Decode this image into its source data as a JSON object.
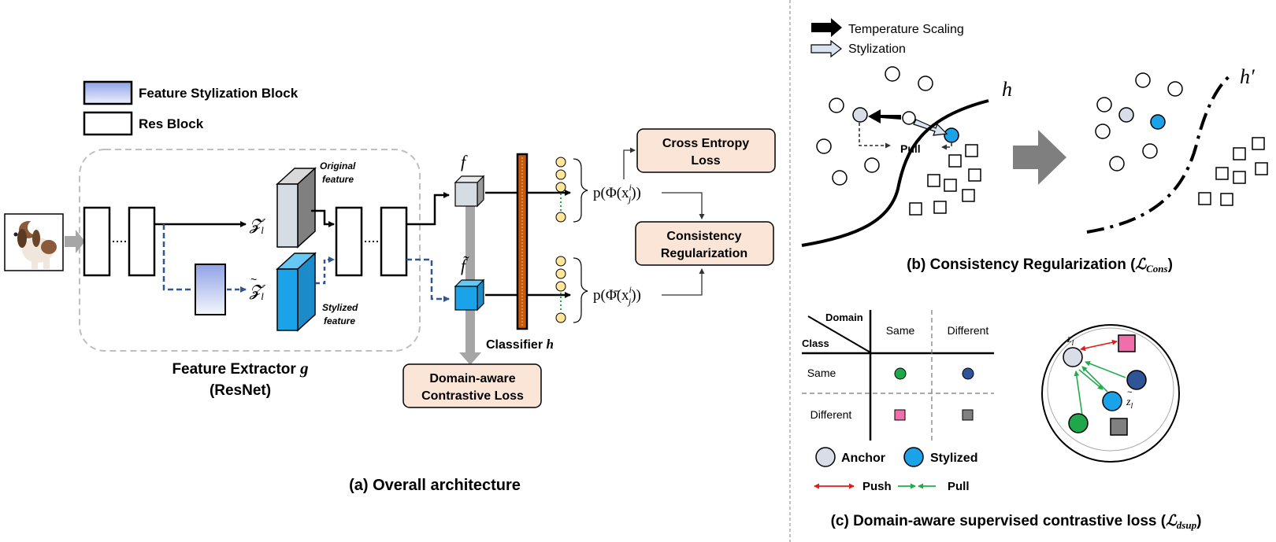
{
  "legend_top": {
    "stylization_block": "Feature Stylization Block",
    "res_block": "Res Block"
  },
  "architecture": {
    "original_feature": [
      "Original",
      "feature"
    ],
    "stylized_feature": [
      "Stylized",
      "feature"
    ],
    "z_label": "𝓩",
    "z_sub": "l",
    "f_label": "f",
    "f_tilde_label": "f̃",
    "classifier": "Classifier",
    "classifier_h": "h",
    "extractor_title": "Feature Extractor",
    "extractor_g": "g",
    "extractor_sub": "(ResNet)",
    "prob_orig": "p(Φ(x",
    "prob_styl": "p(Φ̄(x",
    "prob_sup": "i",
    "prob_sub": "j",
    "prob_close": "))",
    "ce_loss": [
      "Cross Entropy",
      "Loss"
    ],
    "consistency": [
      "Consistency",
      "Regularization"
    ],
    "contrastive": [
      "Domain-aware",
      "Contrastive Loss"
    ],
    "caption": "(a) Overall architecture"
  },
  "panel_b": {
    "legend_temp": "Temperature Scaling",
    "legend_styl": "Stylization",
    "pull": "Pull",
    "h": "h",
    "h_prime": "h′",
    "caption": "(b) Consistency Regularization (",
    "caption_L": "ℒ",
    "caption_sub": "Cons",
    "caption_close": ")"
  },
  "panel_c": {
    "table": {
      "domain": "Domain",
      "class": "Class",
      "col_same": "Same",
      "col_diff": "Different",
      "row_same": "Same",
      "row_diff": "Different"
    },
    "legend_anchor": "Anchor",
    "legend_stylized": "Stylized",
    "legend_push": "Push",
    "legend_pull": "Pull",
    "z_l": "z",
    "z_l_sub": "l",
    "caption": "(c) Domain-aware supervised contrastive loss (",
    "caption_L": "ℒ",
    "caption_sub": "dsup",
    "caption_close": ")"
  },
  "colors": {
    "stylized_blue": "#1aa3e8",
    "anchor_gray": "#d9dde8",
    "loss_box": "#fbe5d6",
    "classifier": "#c55a11",
    "dot_yellow": "#ffe699",
    "push_red": "#e21b1b",
    "pull_green": "#1fad4b",
    "dark_blue": "#2f5597",
    "pink": "#f06ea9",
    "green_circle": "#1fa84a",
    "gray_square": "#808080"
  }
}
